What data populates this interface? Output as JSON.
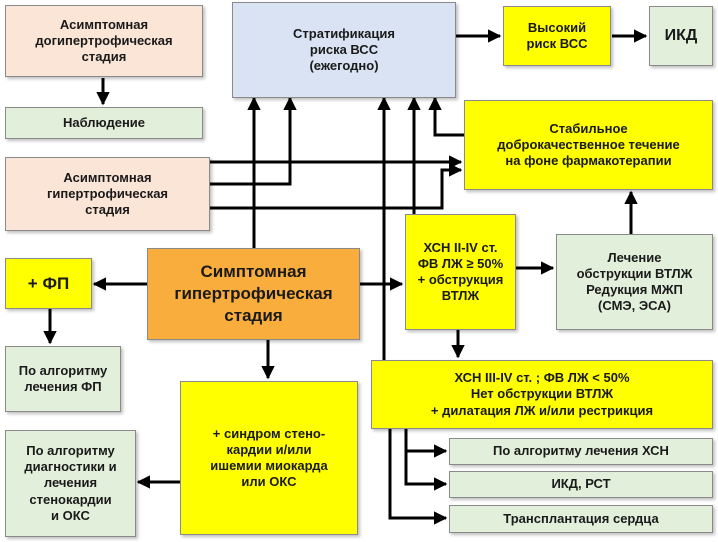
{
  "nodes": {
    "asymp_pre": "Асимптомная\nдогипертрофическая\nстадия",
    "observe": "Наблюдение",
    "asymp_hyp": "Асимптомная\nгипертрофическая\nстадия",
    "strat": "Стратификация\nриска  ВСС\n(ежегодно)",
    "high_risk": "Высокий\nриск ВСС",
    "icd": "ИКД",
    "stable": "Стабильное\nдоброкачественное течение\nна фоне фармакотерапии",
    "af": "+ ФП",
    "af_algo": "По алгоритму\nлечения ФП",
    "symptomatic": "Симптомная\nгипертрофическая\nстадия",
    "hf_obstr": "ХСН II-IV ст.\nФВ ЛЖ ≥ 50%\n+ обструкция\nВТЛЖ",
    "obstr_tx": "Лечение\nобструкции ВТЛЖ\nРедукция МЖП\n(СМЭ,  ЭСА)",
    "angina": "+  синдром  стено-\nкардии     и/или\nишемии миокарда\nили ОКС",
    "angina_algo": "По алгоритму\nдиагностики и\nлечения\nстенокардии\nи ОКС",
    "hf_adv": "ХСН III-IV ст. ;   ФВ ЛЖ < 50%\nНет обструкции ВТЛЖ\n+ дилатация ЛЖ   и/или рестрикция",
    "hf_algo": "По алгоритму лечения ХСН",
    "icd_crt": "ИКД, РСТ",
    "transplant": "Трансплантация сердца"
  },
  "colors": {
    "peach": "#fbe5d6",
    "green": "#e2efda",
    "blue": "#dae3f3",
    "yellow": "#ffff00",
    "orange": "#f8ad3c",
    "wire": "#000000"
  }
}
